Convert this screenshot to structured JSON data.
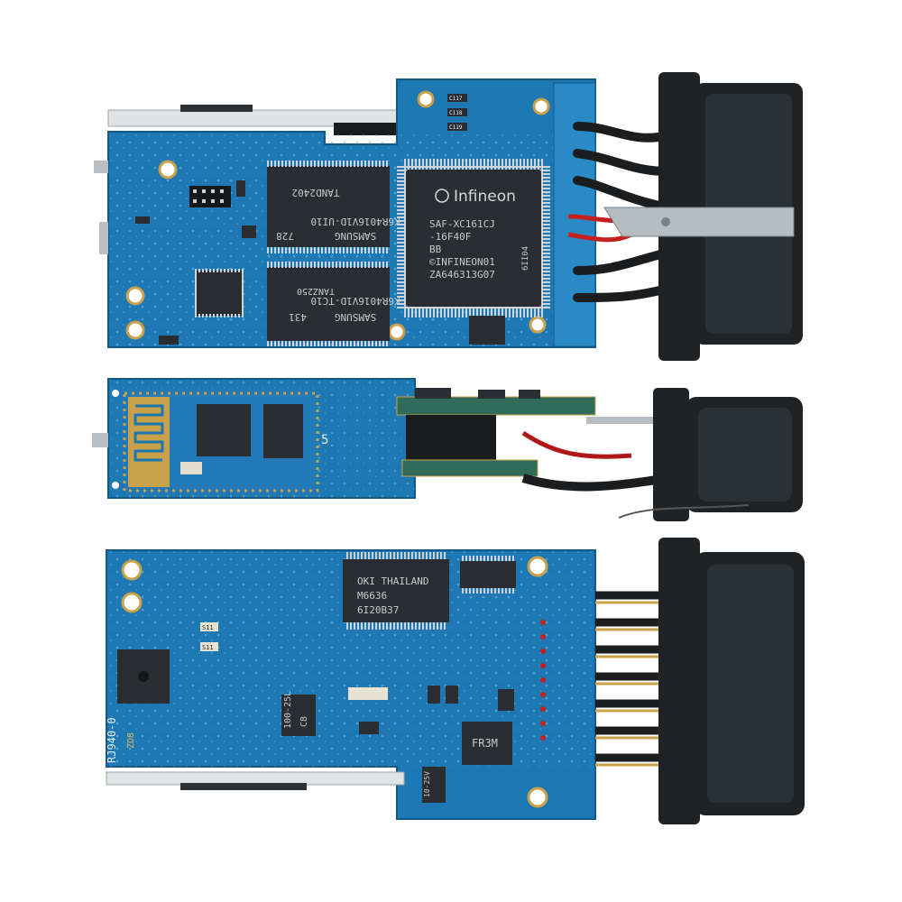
{
  "board1": {
    "ram_top": {
      "brand": "SAMSUNG",
      "part": "K6R4016V1D-UI10",
      "code": "728",
      "lot": "TAND2402"
    },
    "ram_bottom": {
      "brand": "SAMSUNG",
      "part": "K6R4016V1D-TC10",
      "code": "431",
      "lot": "TANZ250"
    },
    "mcu": {
      "brand": "Infineon",
      "line1": "SAF-XC161CJ",
      "line2": "-16F40F",
      "line3": "BB",
      "line4": "©INFINEON01",
      "line5": "ZA646313G07",
      "side": "6II04"
    },
    "caps": [
      "C117",
      "C118",
      "C119"
    ]
  },
  "board2": {
    "label": "5"
  },
  "board3": {
    "ic1": {
      "line1": "OKI THAILAND",
      "line2": "M6636",
      "line3": "6I20B37"
    },
    "inductor": "FR3M",
    "cap1": "100-25L",
    "cap1b": "C8",
    "cap2": "10-25V",
    "side_label": "RJ940-0",
    "side_code": "ZD8",
    "res": [
      "S11",
      "S11"
    ]
  },
  "colors": {
    "pcb": "#1d78b4",
    "pcb_dark": "#155f93",
    "connector": "#1f2326",
    "chip": "#2a2d31",
    "gold": "#c9a14a"
  }
}
